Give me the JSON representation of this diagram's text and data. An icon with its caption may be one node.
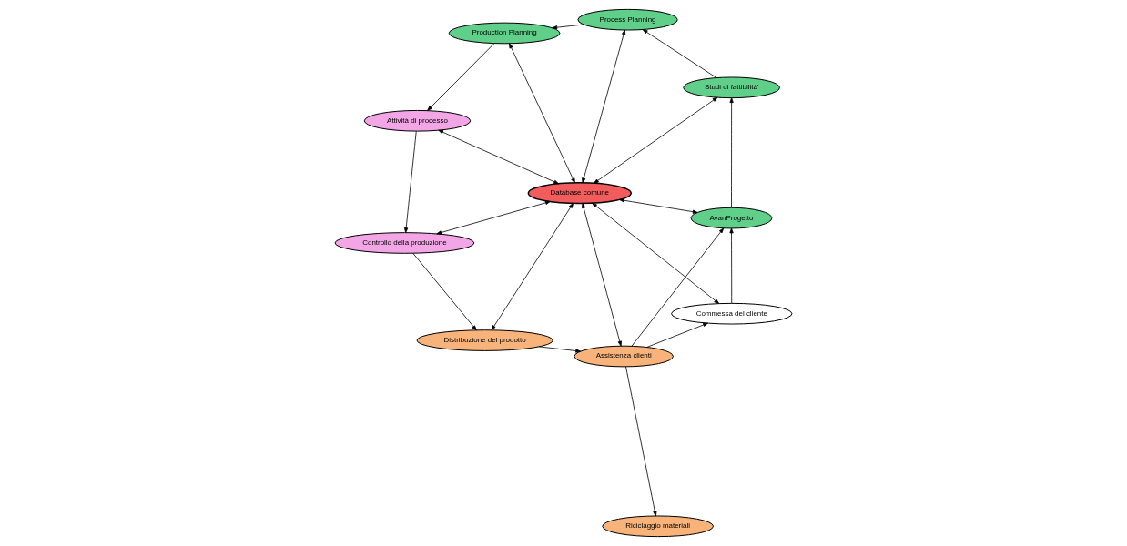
{
  "diagram": {
    "nodes": [
      {
        "text": [
          "Production Planning"
        ]
      },
      {
        "text": [
          "Attività di processo"
        ]
      },
      {
        "text": [
          "Process Planning"
        ]
      },
      {
        "text": [
          "Controllo della produzione"
        ]
      },
      {
        "text": [
          "Database comune"
        ]
      },
      {
        "text": [
          "Studi di fattibilità'"
        ]
      },
      {
        "text": [
          "Distribuzione del prodotto"
        ]
      },
      {
        "text": [
          "AvanProgetto"
        ]
      },
      {
        "text": [
          "Commessa del cliente"
        ]
      },
      {
        "text": [
          "Assistenza clienti"
        ]
      },
      {
        "text": [
          "Riciclaggio materiali"
        ]
      }
    ],
    "edges": [
      {
        "from": 2,
        "to": 0,
        "arrow": "to"
      },
      {
        "from": 0,
        "to": 1,
        "arrow": "to"
      },
      {
        "from": 1,
        "to": 3,
        "arrow": "to"
      },
      {
        "from": 3,
        "to": 6,
        "arrow": "to"
      },
      {
        "from": 6,
        "to": 9,
        "arrow": "to"
      },
      {
        "from": 9,
        "to": 10,
        "arrow": "to"
      },
      {
        "from": 9,
        "to": 8,
        "arrow": "to"
      },
      {
        "from": 8,
        "to": 7,
        "arrow": "to"
      },
      {
        "from": 9,
        "to": 7,
        "arrow": "to"
      },
      {
        "from": 7,
        "to": 5,
        "arrow": "to"
      },
      {
        "from": 5,
        "to": 2,
        "arrow": "to"
      },
      {
        "from": 4,
        "to": 2,
        "arrow": "both"
      },
      {
        "from": 4,
        "to": 0,
        "arrow": "both"
      },
      {
        "from": 4,
        "to": 1,
        "arrow": "both"
      },
      {
        "from": 4,
        "to": 3,
        "arrow": "both"
      },
      {
        "from": 4,
        "to": 5,
        "arrow": "both"
      },
      {
        "from": 4,
        "to": 6,
        "arrow": "both"
      },
      {
        "from": 4,
        "to": 7,
        "arrow": "both"
      },
      {
        "from": 4,
        "to": 8,
        "arrow": "both"
      },
      {
        "from": 4,
        "to": 9,
        "arrow": "both"
      }
    ]
  }
}
